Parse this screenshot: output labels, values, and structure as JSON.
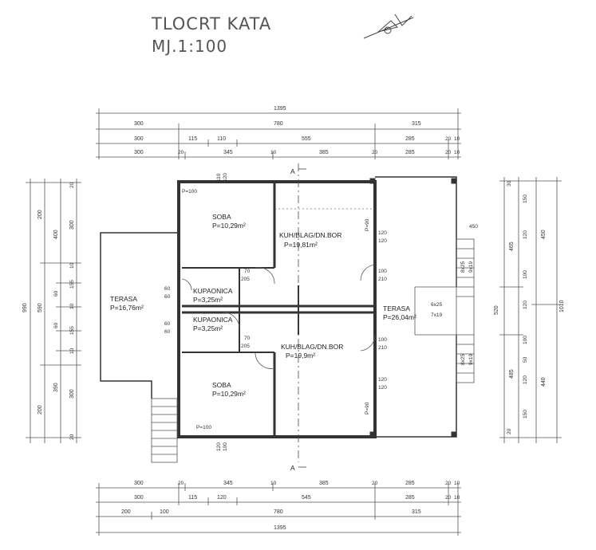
{
  "title": "TLOCRT KATA",
  "scale": "MJ.1:100",
  "section_mark": "A",
  "rooms": {
    "soba_top": {
      "name": "SOBA",
      "area": "P=10,29m²"
    },
    "kuh_top": {
      "name": "KUH/BLAG/DN.BOR",
      "area": "P=19,81m²"
    },
    "terasa_left": {
      "name": "TERASA",
      "area": "P=16,76m²"
    },
    "kup_top": {
      "name": "KUPAONICA",
      "area": "P=3,25m²"
    },
    "kup_bottom": {
      "name": "KUPAONICA",
      "area": "P=3,25m²"
    },
    "kuh_bottom": {
      "name": "KUH/BLAG/DN.BOR",
      "area": "P=19,9m²"
    },
    "terasa_right": {
      "name": "TERASA",
      "area": "P=26,04m²"
    },
    "soba_bottom": {
      "name": "SOBA",
      "area": "P=10,29m²"
    }
  },
  "dims_top": {
    "row1": [
      "1395"
    ],
    "row2": [
      "300",
      "780",
      "315"
    ],
    "row3": [
      "300",
      "115",
      "110",
      "555",
      "285",
      "20",
      "10"
    ],
    "row4": [
      "300",
      "20",
      "345",
      "10",
      "385",
      "20",
      "285",
      "20",
      "10"
    ]
  },
  "dims_bottom": {
    "row1": [
      "300",
      "20",
      "345",
      "10",
      "385",
      "20",
      "285",
      "20",
      "10"
    ],
    "row2": [
      "300",
      "115",
      "120",
      "545",
      "285",
      "20",
      "10"
    ],
    "row3": [
      "200",
      "100",
      "780",
      "315"
    ],
    "row4": [
      "1395"
    ]
  },
  "dims_left": [
    "990",
    "590",
    "400",
    "200",
    "300",
    "10",
    "155",
    "60",
    "10",
    "60",
    "155",
    "10",
    "300",
    "390",
    "200",
    "20",
    "20"
  ],
  "dims_right": [
    "1010",
    "450",
    "465",
    "520",
    "440",
    "485",
    "150",
    "120",
    "100",
    "120",
    "100",
    "50",
    "150",
    "120",
    "20",
    "30"
  ],
  "openings": {
    "w1": "P=100",
    "w2": "P=100",
    "w3": "P=90",
    "w4": "P=90",
    "d1": "120",
    "d2": "120",
    "d3": "100",
    "d4": "210",
    "d5": "100",
    "d6": "210",
    "d7": "120",
    "d8": "120",
    "d9": "60",
    "d10": "60",
    "d11": "60",
    "d12": "60",
    "d13": "70",
    "d14": "205",
    "d15": "70",
    "d16": "205",
    "d17": "110",
    "d18": "120",
    "d19": "120",
    "d20": "100"
  },
  "stairs": {
    "a": "6x25",
    "b": "7x19",
    "c": "8x25",
    "d": "9x19"
  }
}
